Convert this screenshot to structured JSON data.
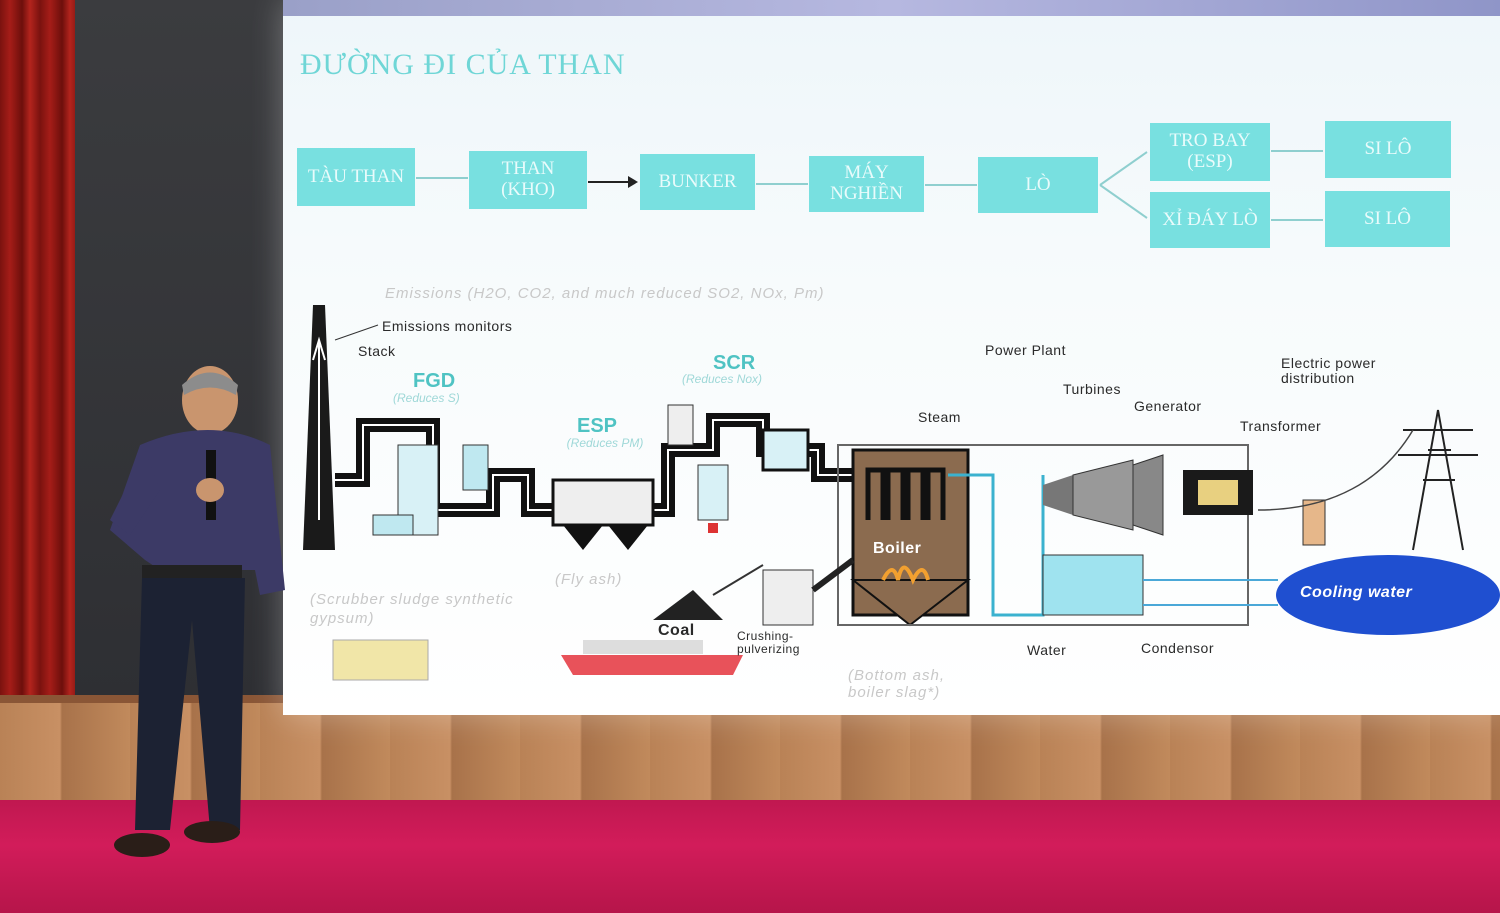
{
  "slide": {
    "title": "ĐƯỜNG ĐI CỦA THAN",
    "flow_boxes": {
      "tau_than": "TÀU THAN",
      "than_kho": "THAN (KHO)",
      "bunker": "BUNKER",
      "may_nghien": "MÁY NGHIỀN",
      "lo": "LÒ",
      "tro_bay": "TRO BAY (ESP)",
      "xi_day_lo": "XỈ ĐÁY LÒ",
      "si_lo_1": "SI LÔ",
      "si_lo_2": "SI LÔ"
    }
  },
  "diagram": {
    "emissions": "Emissions (H2O, CO2, and much reduced SO2, NOx, Pm)",
    "emissions_monitors": "Emissions monitors",
    "stack": "Stack",
    "fgd": "FGD",
    "fgd_sub": "(Reduces S)",
    "esp": "ESP",
    "esp_sub": "(Reduces PM)",
    "scr": "SCR",
    "scr_sub": "(Reduces Nox)",
    "power_plant": "Power Plant",
    "turbines": "Turbines",
    "generator": "Generator",
    "steam": "Steam",
    "electric_power": "Electric power distribution",
    "transformer": "Transformer",
    "boiler": "Boiler",
    "cooling_water": "Cooling water",
    "fly_ash": "(Fly ash)",
    "scrubber": "(Scrubber sludge synthetic gypsum)",
    "coal": "Coal",
    "crushing": "Crushing-pulverizing",
    "bottom_ash": "(Bottom ash, boiler slag*)",
    "water": "Water",
    "condensor": "Condensor"
  },
  "colors": {
    "box_fill": "#78e0e0",
    "title": "#6fd6d6",
    "floor": "#c01850",
    "curtain": "#a51d18"
  }
}
